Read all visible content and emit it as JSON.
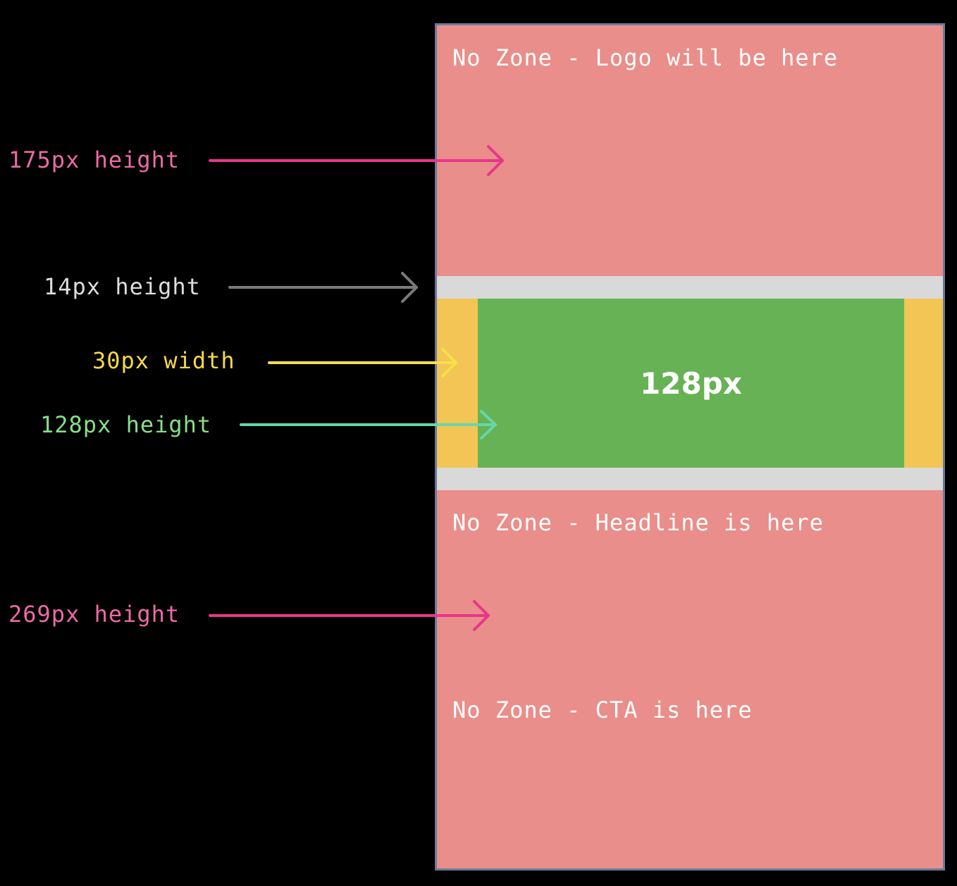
{
  "zones": {
    "logo_text": "No Zone - Logo will be here",
    "headline_text": "No Zone - Headline is here",
    "cta_text": "No Zone - CTA is here",
    "center_label": "128px"
  },
  "annotations": [
    {
      "label": "175px height",
      "color": "#ec6aa6",
      "arrow_color": "#e8368a"
    },
    {
      "label": "14px height",
      "color": "#dddddd",
      "arrow_color": "#7a7a7a"
    },
    {
      "label": "30px width",
      "color": "#f7d84a",
      "arrow_color": "#f5e04a"
    },
    {
      "label": "128px height",
      "color": "#86de8a",
      "arrow_color": "#66d6a8"
    },
    {
      "label": "269px height",
      "color": "#ec6aa6",
      "arrow_color": "#e8368a"
    }
  ],
  "colors": {
    "background": "#000000",
    "no_zone": "#e98e8a",
    "spacer": "#d9d9d9",
    "side_margin": "#f2c555",
    "safe_zone": "#66b254",
    "frame_border": "#6b7a99"
  }
}
